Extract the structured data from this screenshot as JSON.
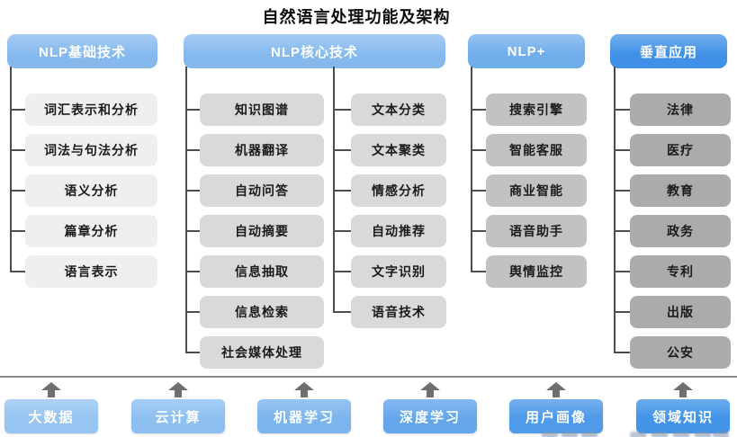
{
  "title": "自然语言处理功能及架构",
  "columns": [
    {
      "header": "NLP基础技术",
      "stacks": [
        [
          "词汇表示和分析",
          "词法与句法分析",
          "语义分析",
          "篇章分析",
          "语言表示"
        ]
      ]
    },
    {
      "header": "NLP核心技术",
      "stacks": [
        [
          "知识图谱",
          "机器翻译",
          "自动问答",
          "自动摘要",
          "信息抽取",
          "信息检索",
          "社会媒体处理"
        ],
        [
          "文本分类",
          "文本聚类",
          "情感分析",
          "自动推荐",
          "文字识别",
          "语音技术"
        ]
      ]
    },
    {
      "header": "NLP+",
      "stacks": [
        [
          "搜索引擎",
          "智能客服",
          "商业智能",
          "语音助手",
          "舆情监控"
        ]
      ]
    },
    {
      "header": "垂直应用",
      "stacks": [
        [
          "法律",
          "医疗",
          "教育",
          "政务",
          "专利",
          "出版",
          "公安"
        ]
      ]
    }
  ],
  "foundation": {
    "items": [
      "大数据",
      "云计算",
      "机器学习",
      "深度学习",
      "用户画像",
      "领域知识"
    ]
  },
  "colors": {
    "header_fills": [
      "#85b9ee",
      "#85b9ee",
      "#6fadeb",
      "#3f90e6"
    ],
    "item_fills": [
      "#efefef",
      "#d9d9d9",
      "#c2c2c2",
      "#ababab"
    ],
    "foundation_fills": [
      "#97c5f2",
      "#8dc0f1",
      "#7cb4ee",
      "#65a6eb",
      "#4f9ae9",
      "#4294e8"
    ],
    "connector": "#4d4d4d",
    "arrow": "#6f6f6f",
    "separator": "#8a8a8a",
    "watermark": "#8596ad"
  }
}
